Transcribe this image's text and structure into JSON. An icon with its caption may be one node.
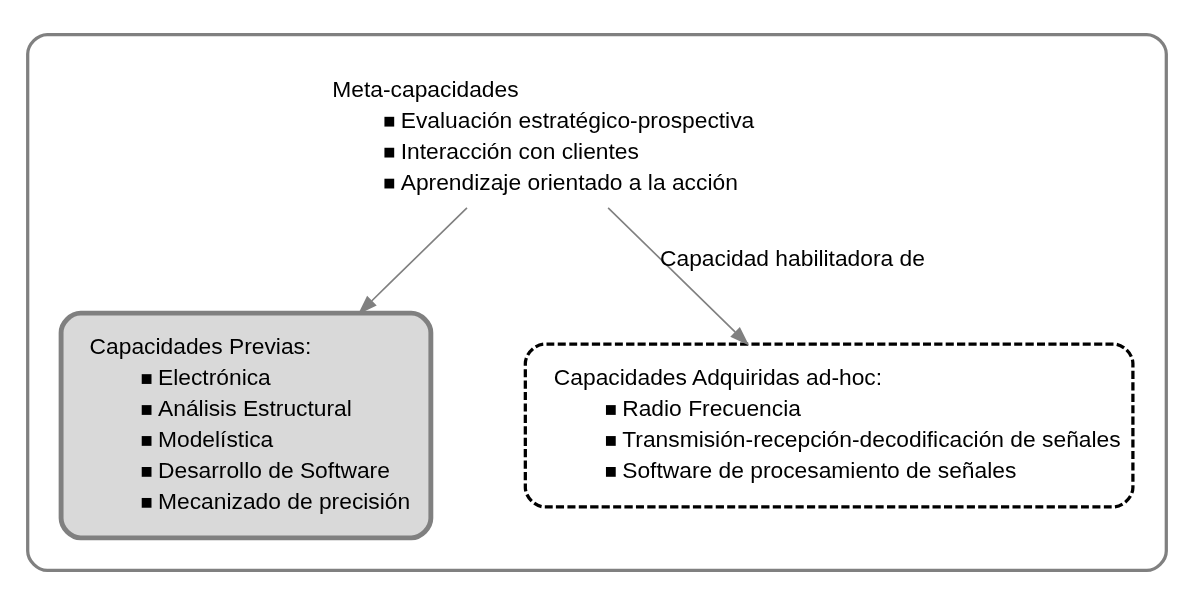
{
  "diagram": {
    "nodes": [
      {
        "text": [],
        "shape": "box"
      },
      {
        "text": [
          "Meta-capacidades",
          "Evaluación estratégico-prospectiva",
          "Interacción con clientes",
          "Aprendizaje orientado a la acción"
        ],
        "in": 0
      },
      {
        "text": [
          "Capacidades Previas:",
          "Electrónica",
          "Análisis Estructural",
          "Modelística",
          "Desarrollo de Software",
          "Mecanizado de precisión"
        ],
        "in": 0
      },
      {
        "text": [
          "Capacidades Adquiridas ad-hoc:",
          "Radio Frecuencia",
          "Transmisión-recepción-decodificación de señales",
          "Software de procesamiento de señales"
        ],
        "in": 0
      }
    ],
    "edges": [
      {
        "from": 1,
        "to": 2,
        "arrow": "to"
      },
      {
        "from": 1,
        "to": 3,
        "arrow": "to",
        "label": "Capacidad habilitadora de"
      }
    ]
  }
}
